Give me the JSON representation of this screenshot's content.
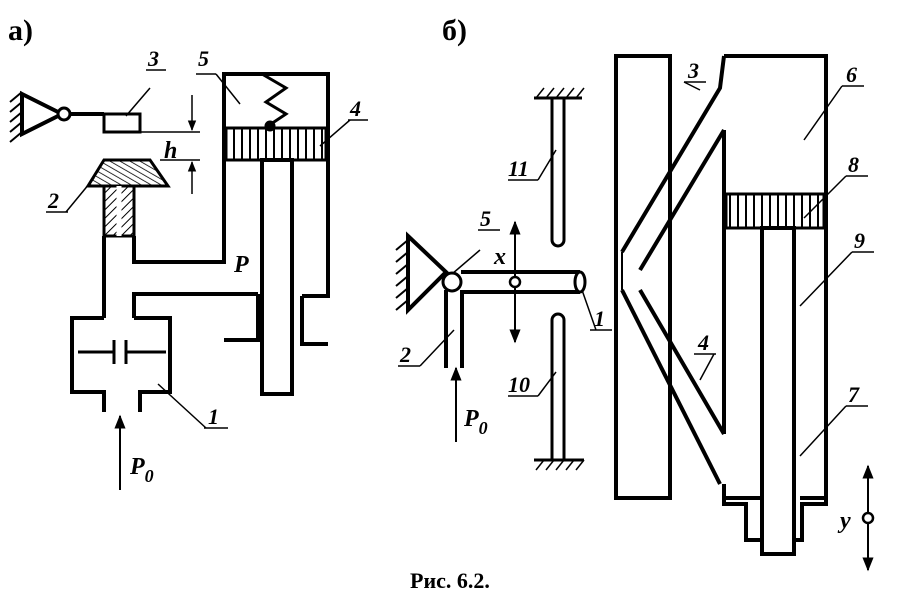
{
  "panels": {
    "a": "а)",
    "b": "б)"
  },
  "caption": "Рис. 6.2.",
  "left_labels": {
    "l1": "1",
    "l2": "2",
    "l3": "3",
    "l4": "4",
    "l5": "5",
    "P": "P",
    "h": "h",
    "P0_base": "P",
    "P0_sub": "0"
  },
  "right_labels": {
    "l1": "1",
    "l2": "2",
    "l3": "3",
    "l4": "4",
    "l5": "5",
    "l6": "6",
    "l7": "7",
    "l8": "8",
    "l9": "9",
    "l10": "10",
    "l11": "11",
    "x": "x",
    "y": "y",
    "P0_base": "P",
    "P0_sub": "0"
  }
}
